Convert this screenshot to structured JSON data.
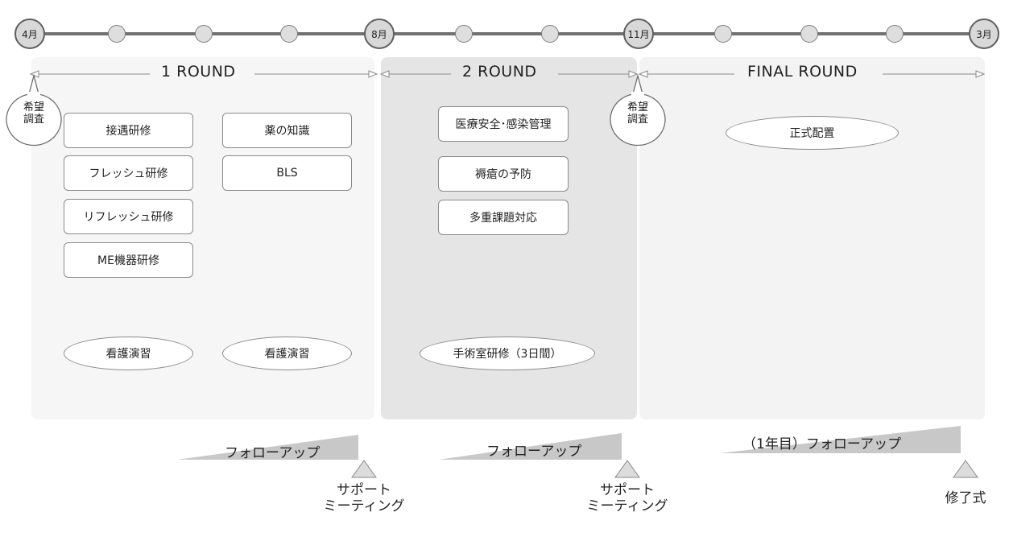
{
  "timeline": {
    "months": [
      "4月",
      "8月",
      "11月",
      "3月"
    ]
  },
  "rounds": [
    {
      "title": "1 ROUND",
      "boxes": [
        "接遇研修",
        "薬の知識",
        "フレッシュ研修",
        "BLS",
        "リフレッシュ研修",
        "ME機器研修"
      ],
      "exercises": [
        "看護演習",
        "看護演習"
      ]
    },
    {
      "title": "2 ROUND",
      "boxes": [
        "医療安全･感染管理",
        "褥瘡の予防",
        "多重課題対応"
      ],
      "exercises": [
        "手術室研修（3日間）"
      ]
    },
    {
      "title": "FINAL ROUND",
      "exercises": [
        "正式配置"
      ]
    }
  ],
  "surveys": [
    {
      "lines": [
        "希望",
        "調査"
      ]
    },
    {
      "lines": [
        "希望",
        "調査"
      ]
    }
  ],
  "followups": [
    "フォローアップ",
    "フォローアップ",
    "（1年目）フォローアップ"
  ],
  "milestones": [
    {
      "lines": [
        "サポート",
        "ミーティング"
      ]
    },
    {
      "lines": [
        "サポート",
        "ミーティング"
      ]
    },
    {
      "lines": [
        "修了式"
      ]
    }
  ],
  "colors": {
    "round1_bg": "#f6f6f6",
    "round2_bg": "#e5e5e5",
    "final_bg": "#f3f3f3",
    "wedge": "#c8c8c8",
    "line": "#707070"
  }
}
